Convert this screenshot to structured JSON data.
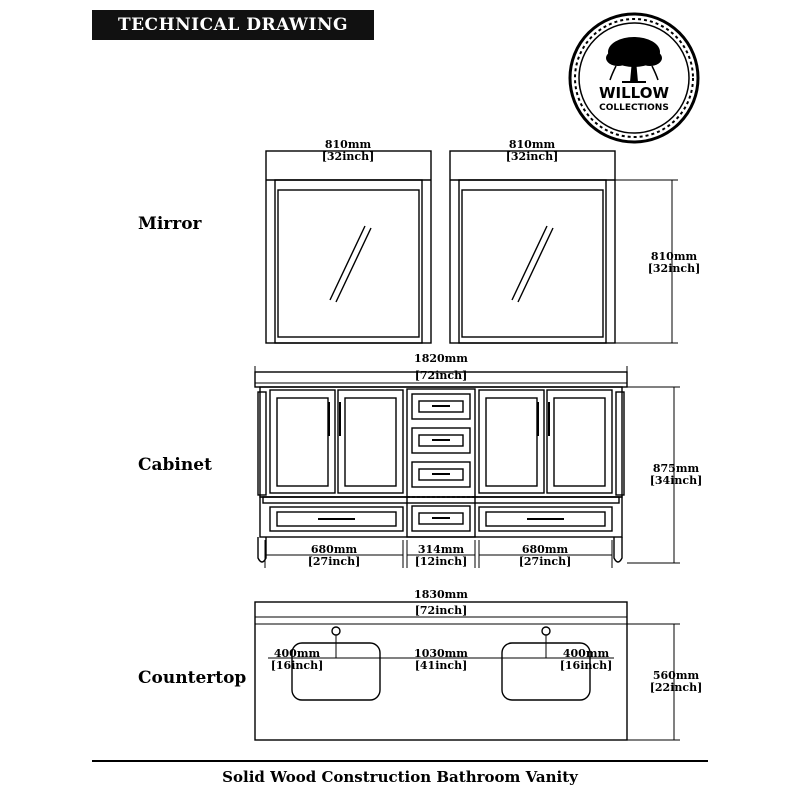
{
  "header": {
    "title": "TECHNICAL DRAWING"
  },
  "logo": {
    "line1": "WILLOW",
    "line2": "COLLECTIONS"
  },
  "sections": {
    "mirror": "Mirror",
    "cabinet": "Cabinet",
    "countertop": "Countertop"
  },
  "mirror": {
    "left_width_mm": "810mm",
    "left_width_in": "[32inch]",
    "right_width_mm": "810mm",
    "right_width_in": "[32inch]",
    "height_mm": "810mm",
    "height_in": "[32inch]"
  },
  "cabinet": {
    "total_width_mm": "1820mm",
    "total_width_in": "[72inch]",
    "height_mm": "875mm",
    "height_in": "[34inch]",
    "left_width_mm": "680mm",
    "left_width_in": "[27inch]",
    "center_width_mm": "314mm",
    "center_width_in": "[12inch]",
    "right_width_mm": "680mm",
    "right_width_in": "[27inch]"
  },
  "countertop": {
    "width_mm": "1830mm",
    "width_in": "[72inch]",
    "depth_mm": "560mm",
    "depth_in": "[22inch]",
    "sink_left_mm": "400mm",
    "sink_left_in": "[16inch]",
    "sink_spacing_mm": "1030mm",
    "sink_spacing_in": "[41inch]",
    "sink_right_mm": "400mm",
    "sink_right_in": "[16inch]"
  },
  "footer": {
    "caption": "Solid Wood Construction Bathroom Vanity"
  }
}
